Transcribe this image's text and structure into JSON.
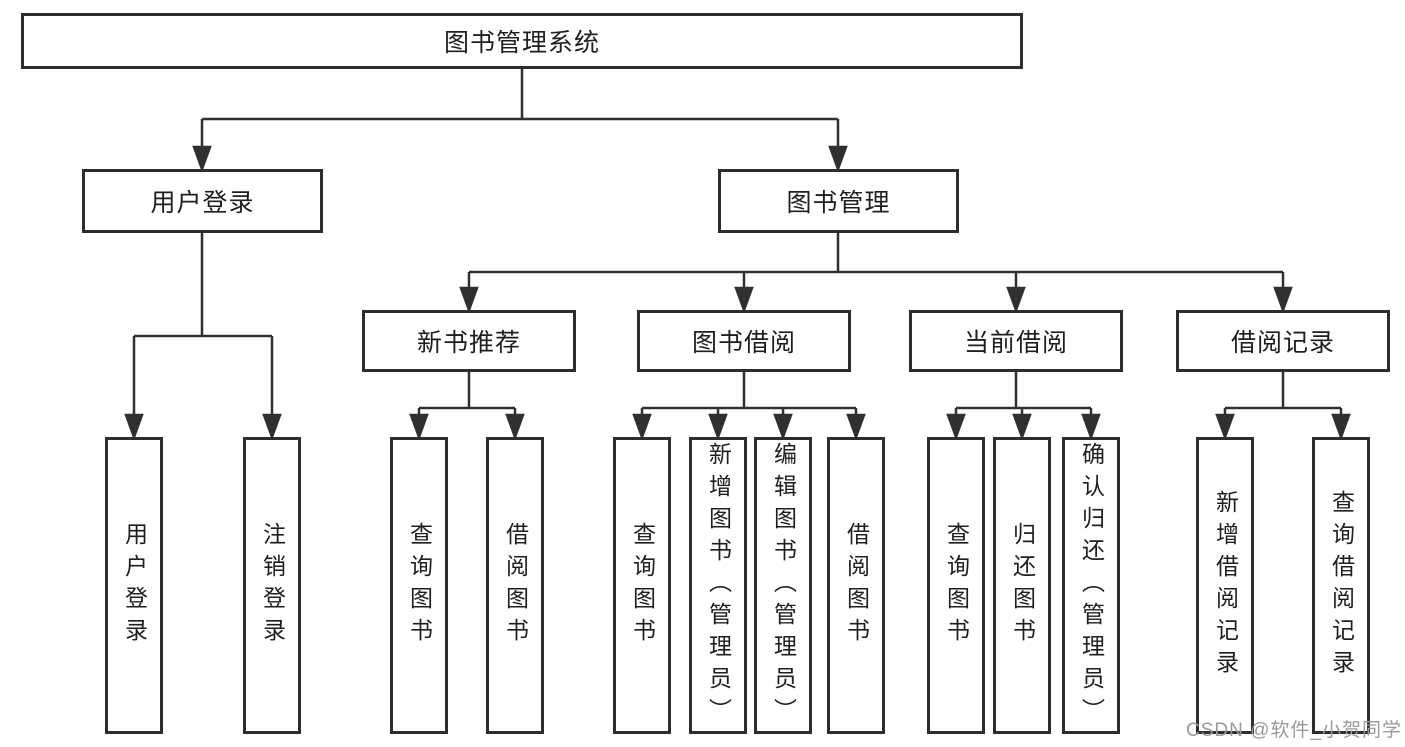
{
  "diagram": {
    "title": "图书管理系统",
    "level2": [
      {
        "id": "user-login",
        "label": "用户登录"
      },
      {
        "id": "book-management",
        "label": "图书管理"
      }
    ],
    "level3": [
      {
        "id": "new-book-recommend",
        "label": "新书推荐",
        "parent": "图书管理"
      },
      {
        "id": "book-borrow",
        "label": "图书借阅",
        "parent": "图书管理"
      },
      {
        "id": "current-borrow",
        "label": "当前借阅",
        "parent": "图书管理"
      },
      {
        "id": "borrow-records",
        "label": "借阅记录",
        "parent": "图书管理"
      }
    ],
    "leaves": [
      {
        "id": "leaf-user-login",
        "label": "用户登录",
        "parent": "用户登录"
      },
      {
        "id": "leaf-logout-login",
        "label": "注销登录",
        "parent": "用户登录"
      },
      {
        "id": "leaf-query-book-recommend",
        "label": "查询图书",
        "parent": "新书推荐"
      },
      {
        "id": "leaf-borrow-book-recommend",
        "label": "借阅图书",
        "parent": "新书推荐"
      },
      {
        "id": "leaf-query-book-borrow",
        "label": "查询图书",
        "parent": "图书借阅"
      },
      {
        "id": "leaf-add-book-admin",
        "label": "新增图书（管理员）",
        "parent": "图书借阅"
      },
      {
        "id": "leaf-edit-book-admin",
        "label": "编辑图书（管理员）",
        "parent": "图书借阅"
      },
      {
        "id": "leaf-borrow-book",
        "label": "借阅图书",
        "parent": "图书借阅"
      },
      {
        "id": "leaf-query-book-current",
        "label": "查询图书",
        "parent": "当前借阅"
      },
      {
        "id": "leaf-return-book",
        "label": "归还图书",
        "parent": "当前借阅"
      },
      {
        "id": "leaf-confirm-return-admin",
        "label": "确认归还（管理员）",
        "parent": "当前借阅"
      },
      {
        "id": "leaf-add-borrow-record",
        "label": "新增借阅记录",
        "parent": "借阅记录"
      },
      {
        "id": "leaf-query-borrow-record",
        "label": "查询借阅记录",
        "parent": "借阅记录"
      }
    ]
  },
  "watermark": {
    "text": "CSDN @软件_小贺同学"
  },
  "colors": {
    "line": "#303030",
    "box_border": "#2e2e2e",
    "text": "#1f1f1f",
    "watermark": "#9b9b9e",
    "background": "#ffffff"
  }
}
